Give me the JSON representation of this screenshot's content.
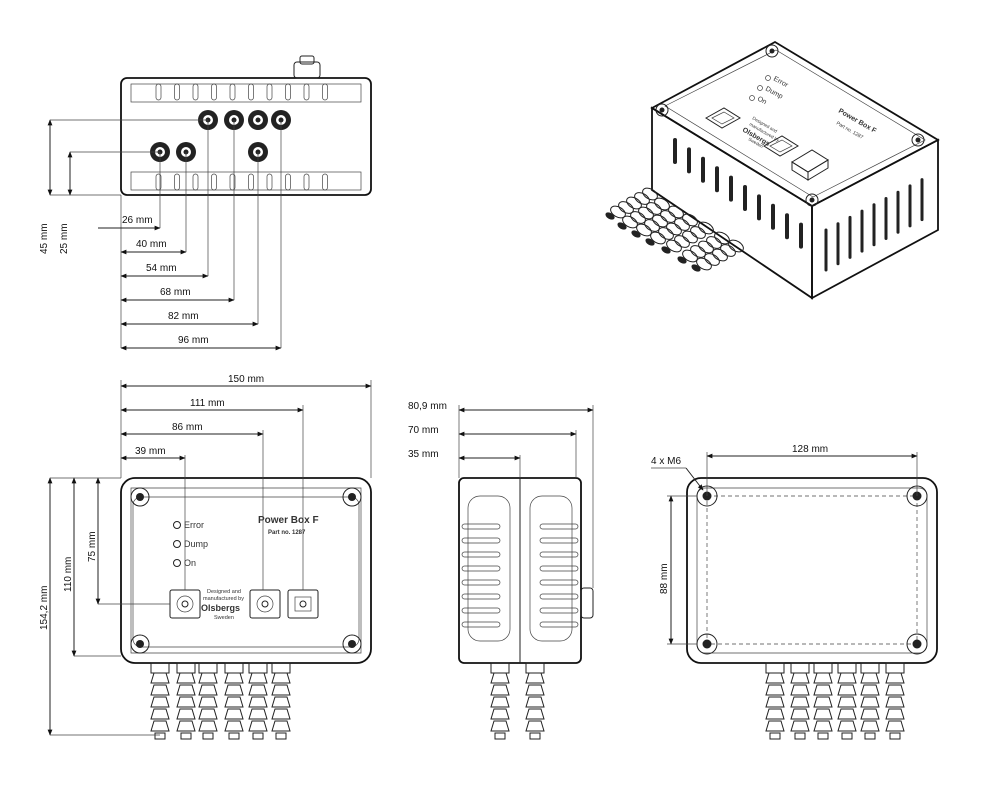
{
  "colors": {
    "line": "#111111",
    "fill": "#ffffff",
    "shade": "#e9e9e9",
    "dark": "#222222"
  },
  "top_view": {
    "dims": {
      "h45": "45 mm",
      "h25": "25 mm",
      "w26": "26 mm",
      "w40": "40 mm",
      "w54": "54 mm",
      "w68": "68 mm",
      "w82": "82 mm",
      "w96": "96 mm"
    }
  },
  "front_view": {
    "dims": {
      "w150": "150 mm",
      "w111": "111 mm",
      "w86": "86 mm",
      "w39": "39 mm",
      "h154": "154,2 mm",
      "h110": "110 mm",
      "h75": "75 mm"
    },
    "leds": [
      "Error",
      "Dump",
      "On"
    ],
    "product_name": "Power Box F",
    "part_no": "Part no. 1287",
    "maker_line1": "Designed and",
    "maker_line2": "manufactured by",
    "brand": "Olsbergs",
    "country": "Sweden"
  },
  "side_view": {
    "dims": {
      "w80": "80,9 mm",
      "w70": "70 mm",
      "w35": "35 mm"
    }
  },
  "back_view": {
    "dims": {
      "m6": "4 x M6",
      "w128": "128 mm",
      "h88": "88 mm"
    }
  },
  "iso_view": {
    "leds": [
      "Error",
      "Dump",
      "On"
    ],
    "product_name": "Power Box F",
    "part_no": "Part no. 1287",
    "maker_line1": "Designed and",
    "maker_line2": "manufactured by",
    "brand": "Olsbergs",
    "country": "Sweden"
  }
}
